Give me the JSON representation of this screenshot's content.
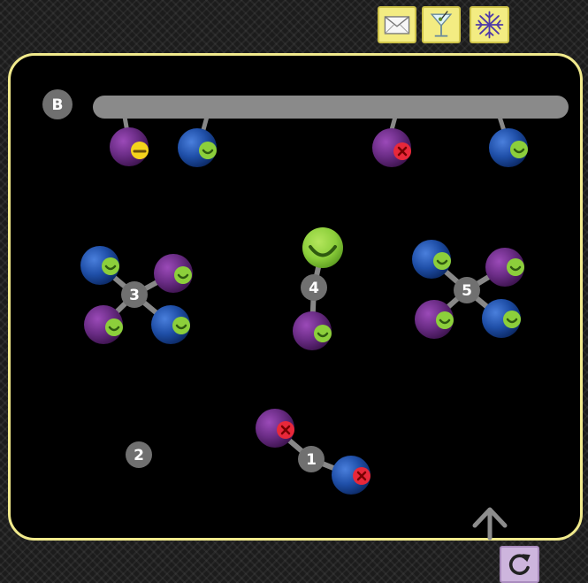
{
  "toolbar": {
    "buttons": [
      {
        "id": "mail",
        "icon": "envelope-icon"
      },
      {
        "id": "drink",
        "icon": "cocktail-glass-icon"
      },
      {
        "id": "freeze",
        "icon": "snowflake-icon"
      }
    ]
  },
  "controls": {
    "up_arrow_icon": "up-arrow-icon",
    "reset_icon": "refresh-icon"
  },
  "colors": {
    "board_border": "#f1ea8c",
    "button_yellow": "#f3ec82",
    "reset_lavender": "#cdb5dd",
    "bar_gray": "#8a8a8a",
    "purple_atom": "#6a2c85",
    "blue_atom": "#1f4fa8",
    "green_face": "#8ccf3b",
    "red_face": "#e8283a",
    "yellow_face": "#f5d31c"
  },
  "board": {
    "bar": {
      "label": "B"
    },
    "bar_atoms": [
      {
        "color": "purple",
        "face": "neutral"
      },
      {
        "color": "blue",
        "face": "happy"
      },
      {
        "color": "purple",
        "face": "x"
      },
      {
        "color": "blue",
        "face": "happy"
      }
    ],
    "molecules": [
      {
        "label": "3",
        "atoms": [
          {
            "color": "blue",
            "face": "happy"
          },
          {
            "color": "purple",
            "face": "happy"
          },
          {
            "color": "purple",
            "face": "happy"
          },
          {
            "color": "blue",
            "face": "happy"
          }
        ]
      },
      {
        "label": "4",
        "atoms": [
          {
            "color": "green",
            "face": "big-smile"
          },
          {
            "color": "purple",
            "face": "happy"
          }
        ]
      },
      {
        "label": "5",
        "atoms": [
          {
            "color": "blue",
            "face": "happy"
          },
          {
            "color": "purple",
            "face": "happy"
          },
          {
            "color": "purple",
            "face": "happy"
          },
          {
            "color": "blue",
            "face": "happy"
          }
        ]
      },
      {
        "label": "2",
        "atoms": []
      },
      {
        "label": "1",
        "atoms": [
          {
            "color": "purple",
            "face": "x"
          },
          {
            "color": "blue",
            "face": "x"
          }
        ]
      }
    ]
  }
}
